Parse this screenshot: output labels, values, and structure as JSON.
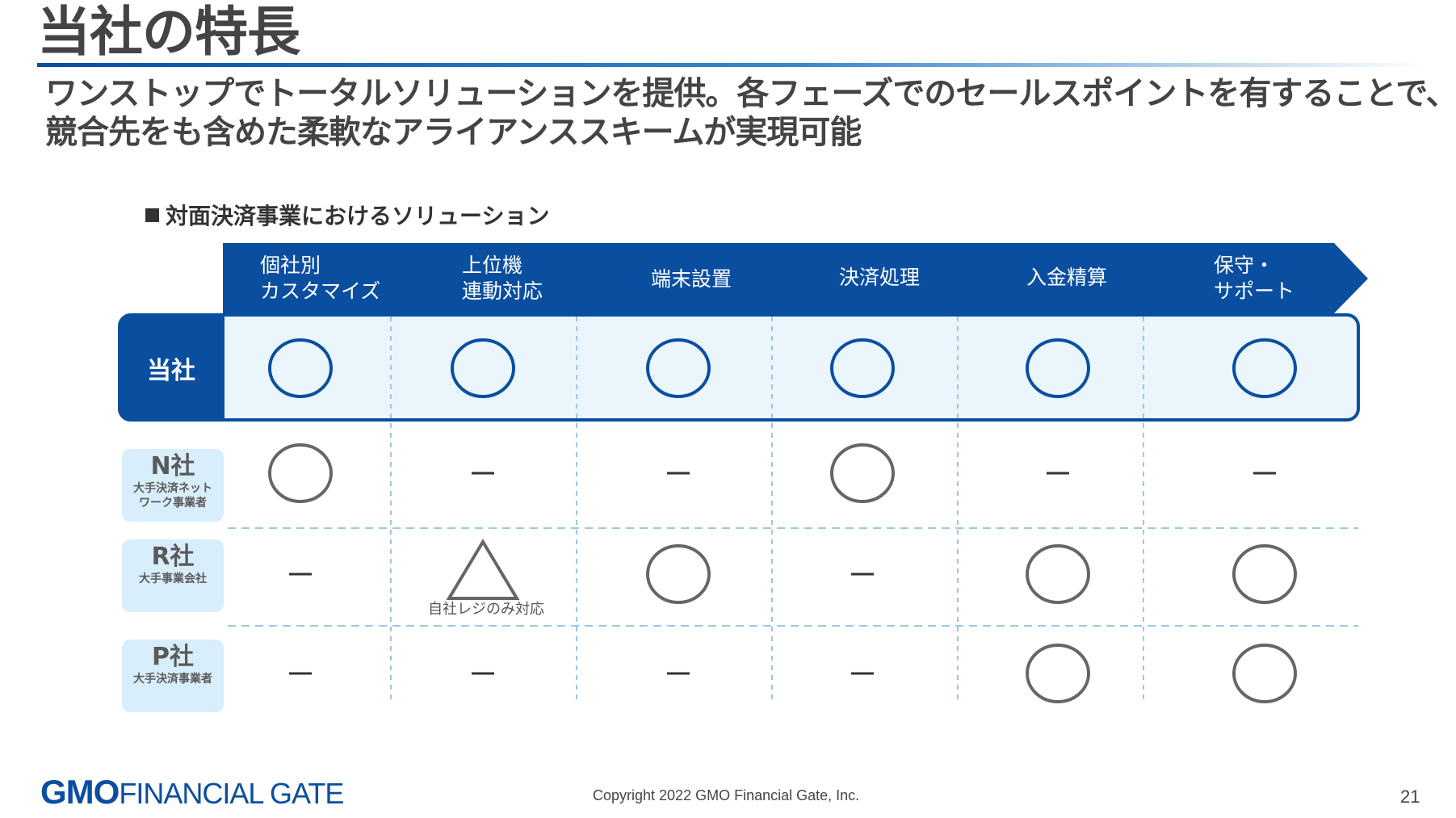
{
  "page": {
    "title": "当社の特長",
    "subtitle_line1": "ワンストップでトータルソリューションを提供。各フェーズでのセールスポイントを有することで、",
    "subtitle_line2": "競合先をも含めた柔軟なアライアンススキームが実現可能",
    "section_label": "対面決済事業におけるソリューション"
  },
  "phases": [
    {
      "line1": "個社別",
      "line2": "カスタマイズ"
    },
    {
      "line1": "上位機",
      "line2": "連動対応"
    },
    {
      "line1": "端末設置",
      "line2": ""
    },
    {
      "line1": "決済処理",
      "line2": ""
    },
    {
      "line1": "入金精算",
      "line2": ""
    },
    {
      "line1": "保守・",
      "line2": "サポート"
    }
  ],
  "rows": [
    {
      "name": "当社",
      "desc1": "",
      "desc2": "",
      "marks": [
        "○",
        "○",
        "○",
        "○",
        "○",
        "○"
      ]
    },
    {
      "name": "N社",
      "desc1": "大手決済ネット",
      "desc2": "ワーク事業者",
      "marks": [
        "○",
        "―",
        "―",
        "○",
        "―",
        "―"
      ]
    },
    {
      "name": "R社",
      "desc1": "大手事業会社",
      "desc2": "",
      "marks": [
        "―",
        "△",
        "○",
        "―",
        "○",
        "○"
      ]
    },
    {
      "name": "P社",
      "desc1": "大手決済事業者",
      "desc2": "",
      "marks": [
        "―",
        "―",
        "―",
        "―",
        "○",
        "○"
      ]
    }
  ],
  "note": "自社レジのみ対応",
  "footer": {
    "logo_gmo": "GMO",
    "logo_financial_gate": "FINANCIAL GATE",
    "copyright": "Copyright 2022 GMO Financial Gate, Inc.",
    "page_number": "21"
  },
  "colors": {
    "brand_blue": "#0a4ea0",
    "row_highlight": "#eaf6fc",
    "competitor_label_bg": "#d9eefc",
    "mark_blue": "#0a4ea0",
    "mark_gray": "#666666"
  }
}
